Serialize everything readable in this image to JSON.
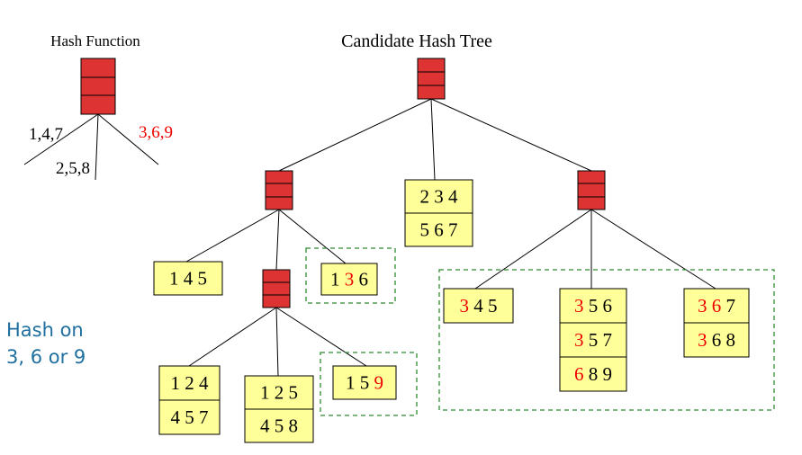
{
  "hash_function": {
    "title": "Hash Function",
    "branch_left": "1,4,7",
    "branch_mid": "2,5,8",
    "branch_right": "3,6,9"
  },
  "tree": {
    "title": "Candidate Hash Tree",
    "leaves": {
      "mid_234_567": [
        [
          "2 3 4"
        ],
        [
          "5 6 7"
        ]
      ],
      "leaf_145": [
        [
          "1 4 5"
        ]
      ],
      "leaf_136": [
        [
          "1 ",
          "3",
          " 6"
        ]
      ],
      "leaf_124_457": [
        [
          "1 2 4"
        ],
        [
          "4 5 7"
        ]
      ],
      "leaf_125_458": [
        [
          "1 2 5"
        ],
        [
          "4 5 8"
        ]
      ],
      "leaf_159": [
        [
          "1 5 ",
          "9"
        ]
      ],
      "leaf_345": [
        [
          "",
          "3",
          " 4 5"
        ]
      ],
      "leaf_356_357_689": [
        [
          "",
          "3",
          " 5 6"
        ],
        [
          "",
          "3",
          " 5 7"
        ],
        [
          "",
          "6",
          " 8 9"
        ]
      ],
      "leaf_367_368": [
        [
          "",
          "3",
          " ",
          "6",
          " 7"
        ],
        [
          "",
          "3",
          " 6 8"
        ]
      ]
    }
  },
  "side_note": {
    "line1": "Hash on",
    "line2": "3, 6 or 9"
  },
  "colors": {
    "node_fill": "#dd3333",
    "node_stroke": "#000000",
    "leaf_fill": "#ffff99",
    "highlight_text": "#ee0000",
    "dashed_border": "#2e8b2e",
    "note_text": "#1f6f9f"
  }
}
